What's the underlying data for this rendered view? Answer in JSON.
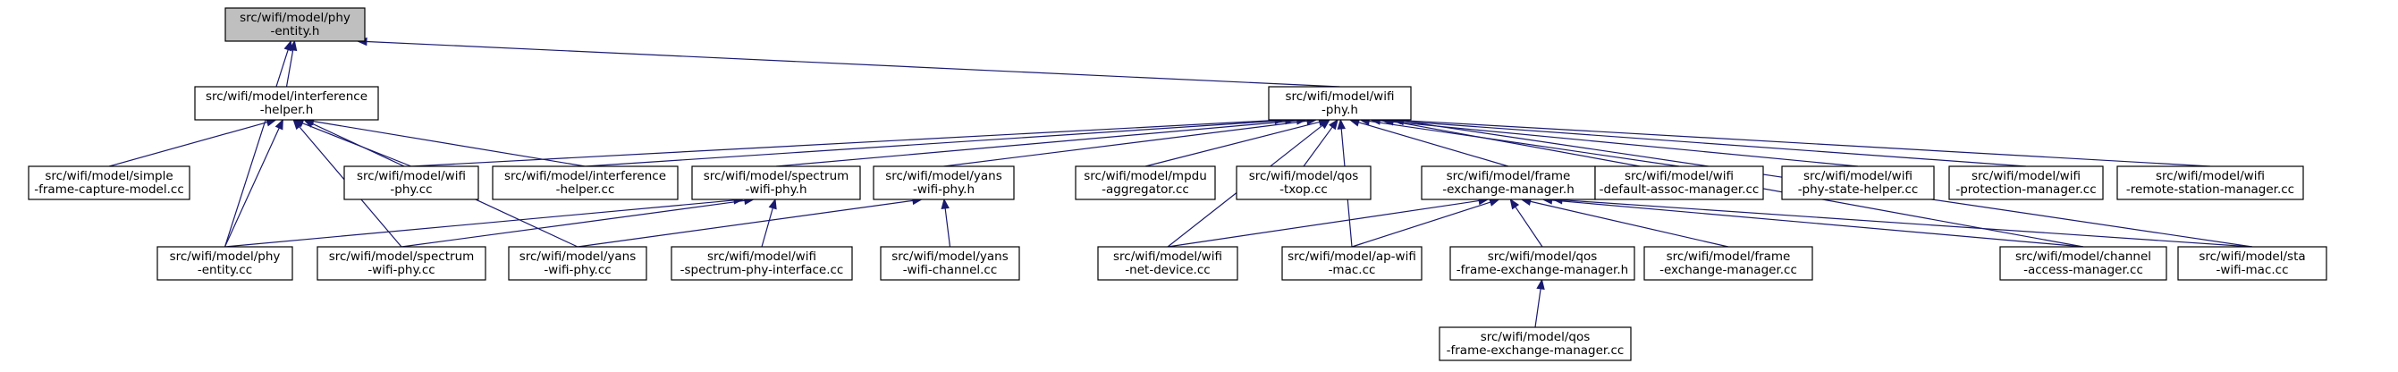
{
  "diagram": {
    "type": "include-dependency-graph",
    "edge_color": "#191970",
    "root_fill": "#bfbfbf",
    "nodes": [
      {
        "id": "phy_entity_h",
        "lines": [
          "src/wifi/model/phy",
          "-entity.h"
        ],
        "root": true
      },
      {
        "id": "interference_h",
        "lines": [
          "src/wifi/model/interference",
          "-helper.h"
        ]
      },
      {
        "id": "wifi_phy_h",
        "lines": [
          "src/wifi/model/wifi",
          "-phy.h"
        ]
      },
      {
        "id": "simple_frame_capture_cc",
        "lines": [
          "src/wifi/model/simple",
          "-frame-capture-model.cc"
        ]
      },
      {
        "id": "wifi_phy_cc",
        "lines": [
          "src/wifi/model/wifi",
          "-phy.cc"
        ]
      },
      {
        "id": "interference_cc",
        "lines": [
          "src/wifi/model/interference",
          "-helper.cc"
        ]
      },
      {
        "id": "spectrum_h",
        "lines": [
          "src/wifi/model/spectrum",
          "-wifi-phy.h"
        ]
      },
      {
        "id": "yans_h",
        "lines": [
          "src/wifi/model/yans",
          "-wifi-phy.h"
        ]
      },
      {
        "id": "mpdu_cc",
        "lines": [
          "src/wifi/model/mpdu",
          "-aggregator.cc"
        ]
      },
      {
        "id": "qos_txop_cc",
        "lines": [
          "src/wifi/model/qos",
          "-txop.cc"
        ]
      },
      {
        "id": "fem_h",
        "lines": [
          "src/wifi/model/frame",
          "-exchange-manager.h"
        ]
      },
      {
        "id": "default_assoc_cc",
        "lines": [
          "src/wifi/model/wifi",
          "-default-assoc-manager.cc"
        ]
      },
      {
        "id": "phy_state_cc",
        "lines": [
          "src/wifi/model/wifi",
          "-phy-state-helper.cc"
        ]
      },
      {
        "id": "protection_cc",
        "lines": [
          "src/wifi/model/wifi",
          "-protection-manager.cc"
        ]
      },
      {
        "id": "rsm_cc",
        "lines": [
          "src/wifi/model/wifi",
          "-remote-station-manager.cc"
        ]
      },
      {
        "id": "phy_entity_cc",
        "lines": [
          "src/wifi/model/phy",
          "-entity.cc"
        ]
      },
      {
        "id": "spectrum_cc",
        "lines": [
          "src/wifi/model/spectrum",
          "-wifi-phy.cc"
        ]
      },
      {
        "id": "yans_cc",
        "lines": [
          "src/wifi/model/yans",
          "-wifi-phy.cc"
        ]
      },
      {
        "id": "spi_cc",
        "lines": [
          "src/wifi/model/wifi",
          "-spectrum-phy-interface.cc"
        ]
      },
      {
        "id": "yans_channel_cc",
        "lines": [
          "src/wifi/model/yans",
          "-wifi-channel.cc"
        ]
      },
      {
        "id": "net_device_cc",
        "lines": [
          "src/wifi/model/wifi",
          "-net-device.cc"
        ]
      },
      {
        "id": "ap_mac_cc",
        "lines": [
          "src/wifi/model/ap-wifi",
          "-mac.cc"
        ]
      },
      {
        "id": "qos_fem_h",
        "lines": [
          "src/wifi/model/qos",
          "-frame-exchange-manager.h"
        ]
      },
      {
        "id": "fem_cc",
        "lines": [
          "src/wifi/model/frame",
          "-exchange-manager.cc"
        ]
      },
      {
        "id": "cam_cc",
        "lines": [
          "src/wifi/model/channel",
          "-access-manager.cc"
        ]
      },
      {
        "id": "sta_mac_cc",
        "lines": [
          "src/wifi/model/sta",
          "-wifi-mac.cc"
        ]
      },
      {
        "id": "qos_fem_cc",
        "lines": [
          "src/wifi/model/qos",
          "-frame-exchange-manager.cc"
        ]
      }
    ],
    "edges": [
      [
        "interference_h",
        "phy_entity_h"
      ],
      [
        "wifi_phy_h",
        "phy_entity_h"
      ],
      [
        "phy_entity_cc",
        "phy_entity_h"
      ],
      [
        "simple_frame_capture_cc",
        "interference_h"
      ],
      [
        "wifi_phy_cc",
        "interference_h"
      ],
      [
        "interference_cc",
        "interference_h"
      ],
      [
        "phy_entity_cc",
        "interference_h"
      ],
      [
        "spectrum_cc",
        "interference_h"
      ],
      [
        "yans_cc",
        "interference_h"
      ],
      [
        "wifi_phy_cc",
        "wifi_phy_h"
      ],
      [
        "interference_cc",
        "wifi_phy_h"
      ],
      [
        "spectrum_h",
        "wifi_phy_h"
      ],
      [
        "yans_h",
        "wifi_phy_h"
      ],
      [
        "mpdu_cc",
        "wifi_phy_h"
      ],
      [
        "qos_txop_cc",
        "wifi_phy_h"
      ],
      [
        "fem_h",
        "wifi_phy_h"
      ],
      [
        "default_assoc_cc",
        "wifi_phy_h"
      ],
      [
        "phy_state_cc",
        "wifi_phy_h"
      ],
      [
        "protection_cc",
        "wifi_phy_h"
      ],
      [
        "rsm_cc",
        "wifi_phy_h"
      ],
      [
        "net_device_cc",
        "wifi_phy_h"
      ],
      [
        "ap_mac_cc",
        "wifi_phy_h"
      ],
      [
        "cam_cc",
        "wifi_phy_h"
      ],
      [
        "sta_mac_cc",
        "wifi_phy_h"
      ],
      [
        "phy_entity_cc",
        "spectrum_h"
      ],
      [
        "spectrum_cc",
        "spectrum_h"
      ],
      [
        "spi_cc",
        "spectrum_h"
      ],
      [
        "yans_cc",
        "yans_h"
      ],
      [
        "yans_channel_cc",
        "yans_h"
      ],
      [
        "net_device_cc",
        "fem_h"
      ],
      [
        "ap_mac_cc",
        "fem_h"
      ],
      [
        "qos_fem_h",
        "fem_h"
      ],
      [
        "fem_cc",
        "fem_h"
      ],
      [
        "cam_cc",
        "fem_h"
      ],
      [
        "sta_mac_cc",
        "fem_h"
      ],
      [
        "qos_fem_cc",
        "qos_fem_h"
      ]
    ]
  }
}
